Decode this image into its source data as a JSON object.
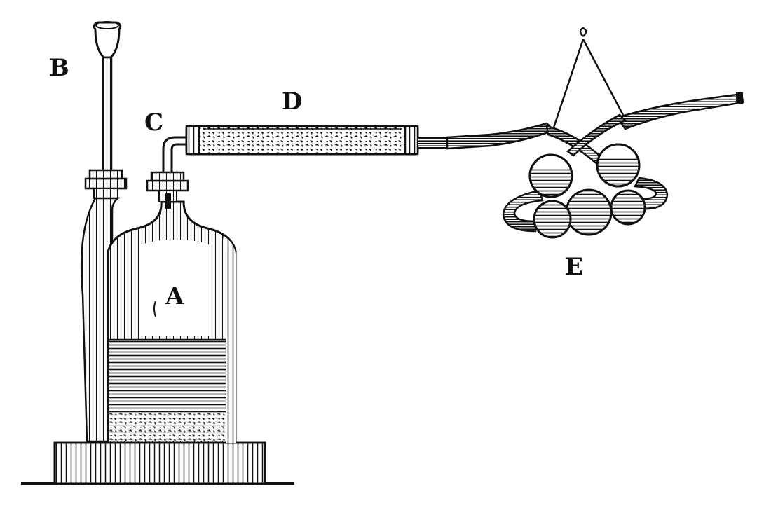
{
  "labels": {
    "a": "A",
    "b": "B",
    "c": "C",
    "d": "D",
    "e": "E"
  },
  "colors": {
    "ink": "#111111",
    "paper": "#ffffff"
  }
}
